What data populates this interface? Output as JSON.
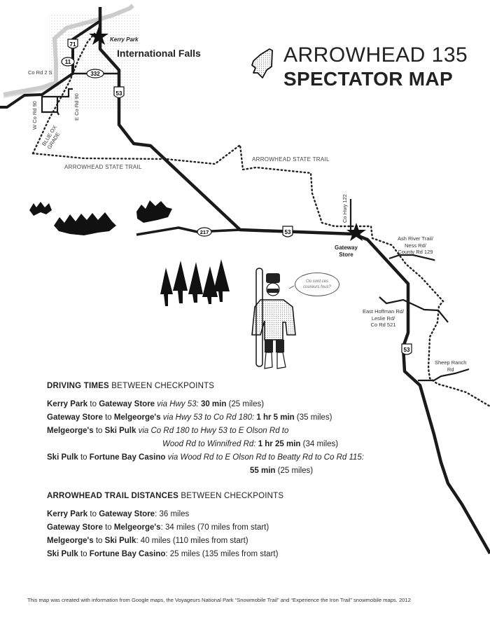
{
  "title": {
    "line1": "ARROWHEAD 135",
    "line2": "SPECTATOR MAP",
    "logo_icon": "arrowhead-icon"
  },
  "map": {
    "city_label": "International Falls",
    "checkpoints": [
      {
        "name": "Kerry Park",
        "icon": "star-icon"
      },
      {
        "name": "Gateway Store",
        "icon": "star-icon"
      }
    ],
    "highway_shields": [
      "71",
      "11",
      "332",
      "53",
      "217",
      "53",
      "53"
    ],
    "road_labels": {
      "co_rd_2s": "Co Rd 2 S",
      "w_co_rd_90": "W Co Rd 90",
      "e_co_rd_90": "E Co Rd 90",
      "blue_ox": "BLUE OX GRADE",
      "co_hwy_122": "Co Hwy 122",
      "ash_river": "Ash River Trail/ Ness Rd/ County Rd 129",
      "ash_river_lines": [
        "Ash River Trail/",
        "Ness Rd/",
        "County Rd 129"
      ],
      "east_hoffman_lines": [
        "East Hoffman Rd/",
        "Leslie Rd/",
        "Co Rd 521"
      ],
      "sheep_ranch_lines": [
        "Sheep Ranch",
        "Rd"
      ]
    },
    "trail_labels": [
      "ARROWHEAD STATE TRAIL",
      "ARROWHEAD STATE TRAIL"
    ],
    "gateway_lines": [
      "Gateway",
      "Store"
    ],
    "speech_bubble_lines": [
      "Où sont ces",
      "coureurs fous?"
    ],
    "illustrations": [
      "pine-trees-icon",
      "voyageur-with-paddle-icon"
    ]
  },
  "driving_times": {
    "header_bold": "DRIVING TIMES",
    "header_rest": " BETWEEN CHECKPOINTS",
    "rows": [
      {
        "from": "Kerry Park",
        "to": "Gateway Store",
        "via": "via Hwy 53:",
        "time": "30 min",
        "miles": "(25 miles)"
      },
      {
        "from": "Gateway Store",
        "to": "Melgeorge's",
        "via": "via Hwy 53 to Co Rd 180:",
        "time_h": "1 hr",
        "time_m": "5 min",
        "miles": "(35 miles)"
      },
      {
        "from": "Melgeorge's",
        "to": "Ski Pulk",
        "via1": "via Co Rd 180 to Hwy 53 to E Olson Rd to",
        "via2": "Wood Rd to Winnifred Rd:",
        "time_h": "1 hr",
        "time_m": "25 min",
        "miles": "(34 miles)"
      },
      {
        "from": "Ski Pulk",
        "to": "Fortune Bay Casino",
        "via": "via Wood Rd to E Olson Rd to Beatty Rd to Co Rd 115:",
        "time": "55 min",
        "miles": "(25 miles)"
      }
    ],
    "connector": "to"
  },
  "trail_distances": {
    "header_bold": "ARROWHEAD TRAIL DISTANCES",
    "header_rest": " BETWEEN CHECKPOINTS",
    "rows": [
      {
        "from": "Kerry Park",
        "to": "Gateway Store",
        "dist": ": 36 miles"
      },
      {
        "from": "Gateway Store",
        "to": "Melgeorge's",
        "dist": ": 34 miles (70 miles from start)"
      },
      {
        "from": "Melgeorge's",
        "to": "Ski Pulk",
        "dist": ": 40 miles (110 miles from start)"
      },
      {
        "from": "Ski Pulk",
        "to": "Fortune Bay Casino",
        "dist": ": 25 miles (135 miles from start)"
      }
    ]
  },
  "footer": "This map was created with information from Google maps, the Voyageurs National Park “Snowmobile Trail” and “Experience the Iron Trail” snowmobile maps.  2012"
}
